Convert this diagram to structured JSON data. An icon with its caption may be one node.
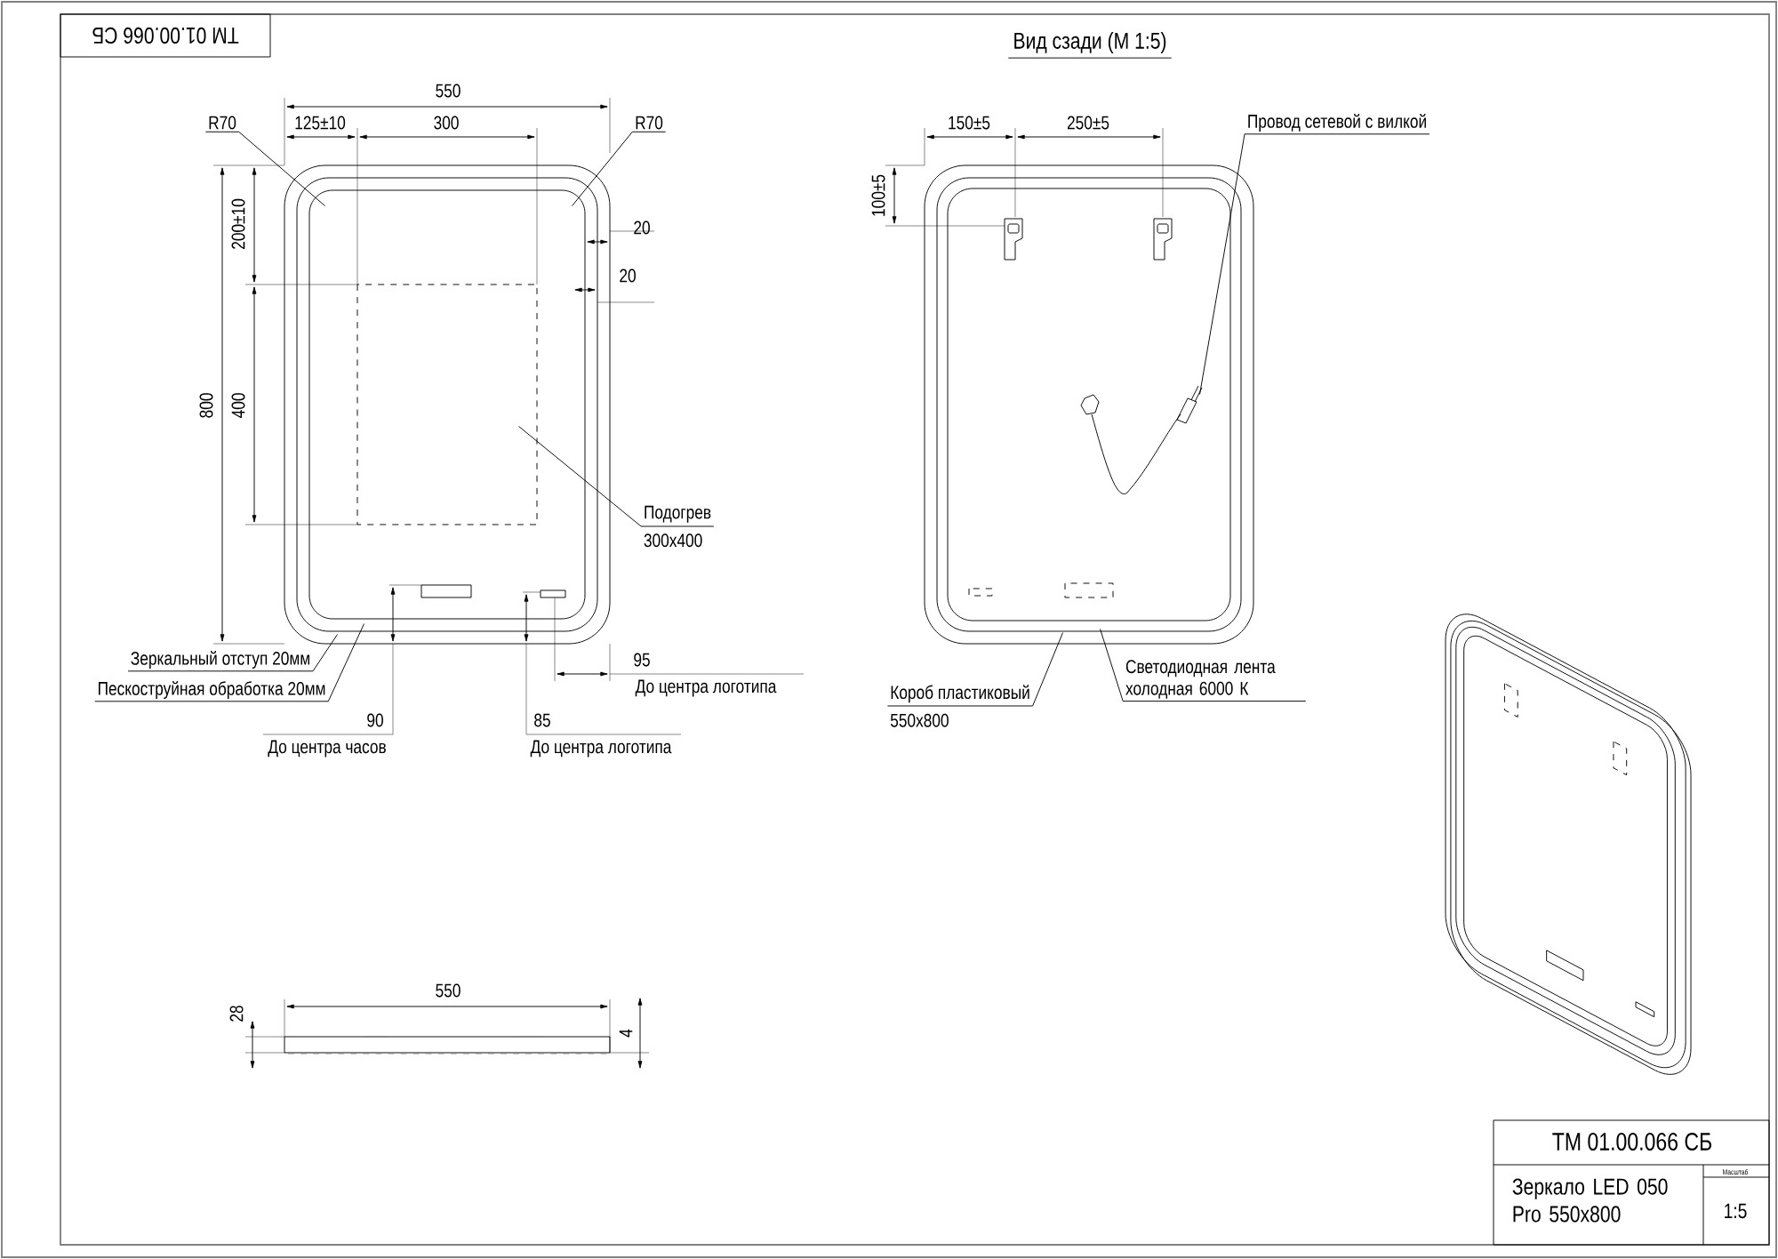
{
  "diagram": {
    "nodes": [
      {
        "text": [
          "R70"
        ]
      },
      {
        "text": [
          "R70"
        ]
      },
      {
        "text": [
          "Подогрев",
          "300x400"
        ]
      },
      {
        "text": [
          "Зеркальный отступ 20мм"
        ]
      },
      {
        "text": [
          "Пескоструйная обработка 20мм"
        ]
      },
      {
        "text": [
          "Провод сетевой с вилкой"
        ]
      },
      {
        "text": [
          "Короб пластиковый",
          "550x800"
        ]
      },
      {
        "text": [
          "Светодиодная лента холодная 6000 К"
        ]
      },
      {
        "text": [],
        "shape": "picture"
      },
      {
        "text": [],
        "shape": "picture"
      }
    ],
    "edges": [
      {
        "from": 0,
        "to": 8,
        "arrow": "none"
      },
      {
        "from": 1,
        "to": 8,
        "arrow": "none"
      },
      {
        "from": 2,
        "to": 8,
        "arrow": "none"
      },
      {
        "from": 3,
        "to": 8,
        "arrow": "none"
      },
      {
        "from": 4,
        "to": 8,
        "arrow": "none"
      },
      {
        "from": 5,
        "to": 9,
        "arrow": "none"
      },
      {
        "from": 6,
        "to": 9,
        "arrow": "none"
      },
      {
        "from": 7,
        "to": 9,
        "arrow": "none"
      }
    ],
    "labels": [
      "ТМ 01.00.066 СБ",
      "550",
      "125±10",
      "300",
      "20",
      "20",
      "200±10",
      "400",
      "800",
      "95",
      "До центра логотипа",
      "90",
      "До центра часов",
      "85",
      "До центра логотипа",
      "Вид сзади (М 1:5)",
      "150±5",
      "250±5",
      "100±5",
      "550",
      "28",
      "4",
      "ТМ 01.00.066 СБ",
      "Зеркало LED 050 Pro 550x800",
      "Масштаб",
      "1:5"
    ]
  }
}
